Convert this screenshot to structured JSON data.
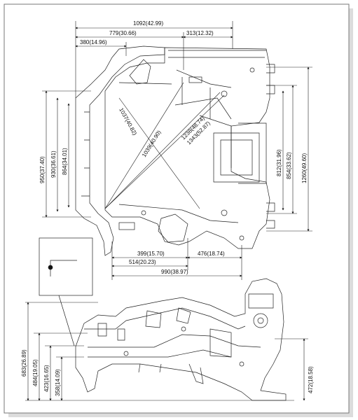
{
  "top_view": {
    "dims": [
      {
        "id": "d1092",
        "label": "1092(42.99)"
      },
      {
        "id": "d779",
        "label": "779(30.66)"
      },
      {
        "id": "d313",
        "label": "313(12.32)"
      },
      {
        "id": "d380",
        "label": "380(14.96)"
      },
      {
        "id": "d950",
        "label": "950(37.40)"
      },
      {
        "id": "d930",
        "label": "930(36.61)"
      },
      {
        "id": "d864",
        "label": "864(34.01)"
      },
      {
        "id": "d812",
        "label": "812(31.96)"
      },
      {
        "id": "d854",
        "label": "854(33.62)"
      },
      {
        "id": "d1260",
        "label": "1260(49.60)"
      },
      {
        "id": "d1037",
        "label": "1037(40.82)"
      },
      {
        "id": "d1039",
        "label": "1039(40.90)"
      },
      {
        "id": "d1238",
        "label": "1238(48.74)"
      },
      {
        "id": "d1343",
        "label": "1343(52.87)"
      },
      {
        "id": "d399",
        "label": "399(15.70)"
      },
      {
        "id": "d476",
        "label": "476(18.74)"
      },
      {
        "id": "d514",
        "label": "514(20.23)"
      },
      {
        "id": "d990",
        "label": "990(38.97)"
      }
    ]
  },
  "side_view": {
    "dims": [
      {
        "id": "d683",
        "label": "683(26.89)"
      },
      {
        "id": "d484",
        "label": "484(19.05)"
      },
      {
        "id": "d423",
        "label": "423(16.65)"
      },
      {
        "id": "d358",
        "label": "358(14.09)"
      },
      {
        "id": "d472",
        "label": "472(18.58)"
      }
    ]
  }
}
